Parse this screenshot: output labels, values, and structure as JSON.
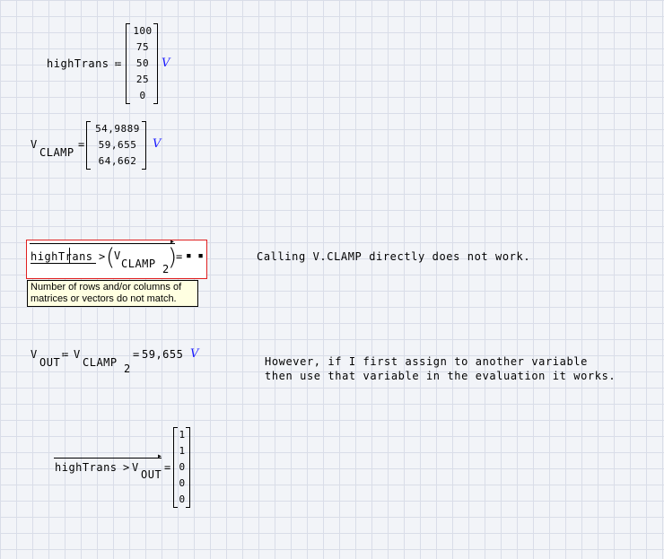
{
  "high_trans_def": {
    "name": "highTrans",
    "operator": "≔",
    "values": [
      "100",
      "75",
      "50",
      "25",
      "0"
    ],
    "unit": "V"
  },
  "vclamp_eval": {
    "name": "V",
    "subscript": "CLAMP",
    "operator": "=",
    "values": [
      "54,9889",
      "59,655",
      "64,662"
    ],
    "unit": "V"
  },
  "error_expr": {
    "lhs": "highTrans",
    "op": ">",
    "var": "V",
    "var_sub": "CLAMP",
    "index": "2",
    "equals": "=",
    "placeholder": "▪ ▪",
    "error_message": "Number of rows and/or columns of matrices or vectors do not match."
  },
  "note1": "Calling V.CLAMP directly does not work.",
  "vout_def": {
    "name": "V",
    "subscript": "OUT",
    "operator": "≔",
    "rhs_name": "V",
    "rhs_sub": "CLAMP",
    "rhs_index": "2",
    "equals": "=",
    "value": "59,655",
    "unit": "V"
  },
  "note2": {
    "line1": "However, if I first assign to another variable",
    "line2": "then use that variable in the evaluation it works."
  },
  "result_expr": {
    "lhs": "highTrans",
    "op": ">",
    "var": "V",
    "var_sub": "OUT",
    "equals": "=",
    "values": [
      "1",
      "1",
      "0",
      "0",
      "0"
    ]
  }
}
